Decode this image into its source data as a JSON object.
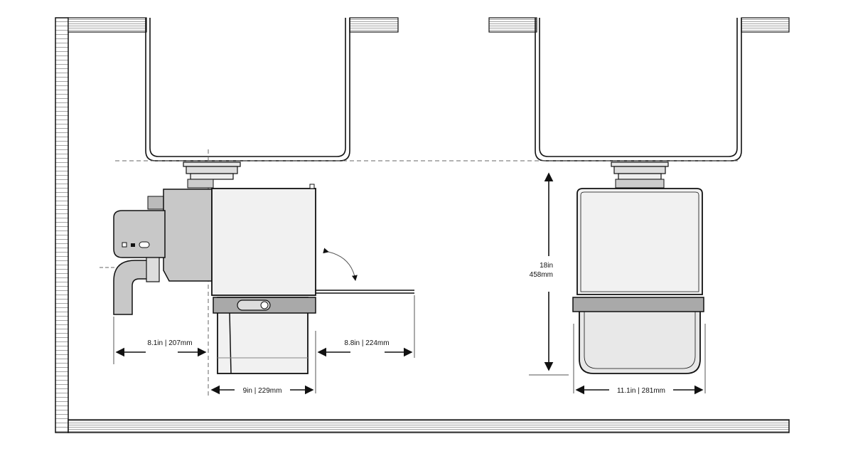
{
  "dimensions": {
    "left_side_clearance": "8.1in | 207mm",
    "right_side_clearance": "8.8in | 224mm",
    "unit_width": "9in | 229mm",
    "height_in": "18in",
    "height_mm": "458mm",
    "bin_width": "11.1in | 281mm"
  },
  "colors": {
    "line": "#111111",
    "unit_fill": "#f1f1f1",
    "motor_fill": "#c8c8c8",
    "band_fill": "#a9a9a9"
  }
}
